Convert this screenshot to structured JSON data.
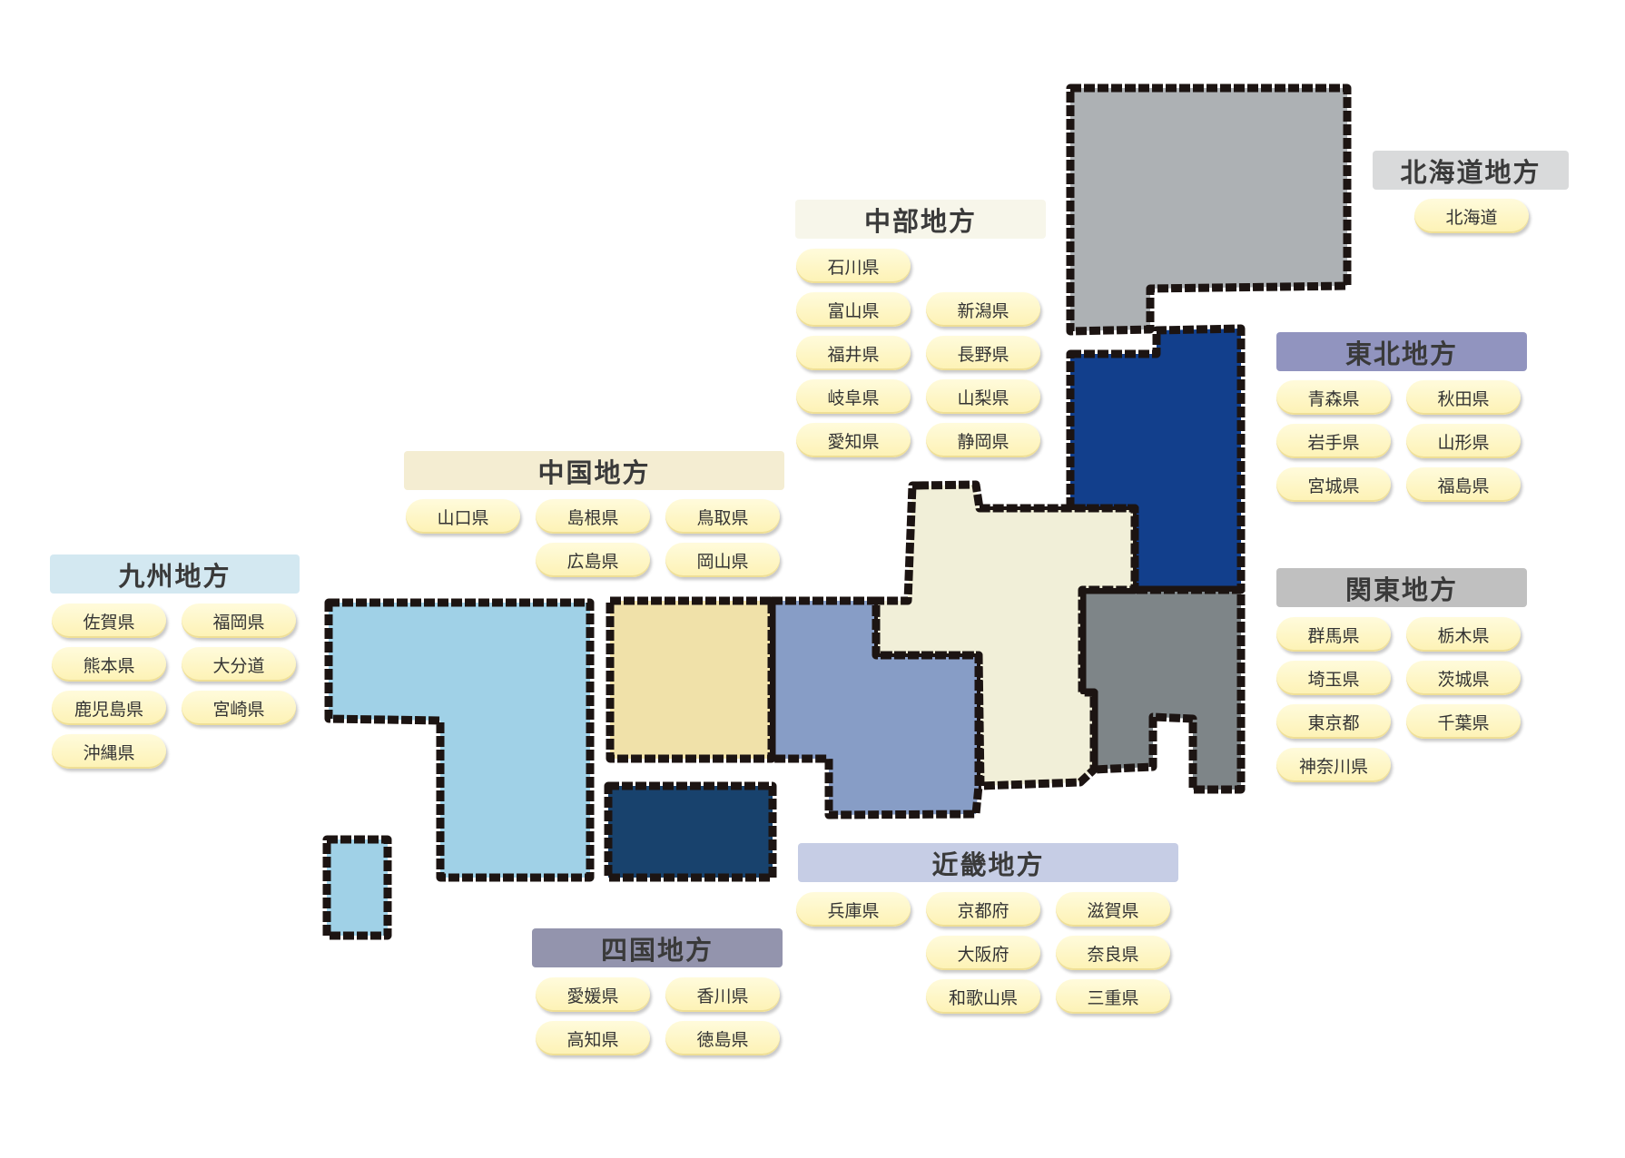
{
  "regions": {
    "hokkaido": {
      "name": "北海道地方",
      "color": "#adb1b4",
      "head_bg": "#d9dadb",
      "prefectures": [
        "北海道"
      ]
    },
    "tohoku": {
      "name": "東北地方",
      "color": "#123f8c",
      "head_bg": "#9194bf",
      "prefectures": [
        "青森県",
        "秋田県",
        "岩手県",
        "山形県",
        "宮城県",
        "福島県"
      ]
    },
    "kanto": {
      "name": "関東地方",
      "color": "#7e8588",
      "head_bg": "#c0c0c0",
      "prefectures": [
        "群馬県",
        "栃木県",
        "埼玉県",
        "茨城県",
        "東京都",
        "千葉県",
        "神奈川県"
      ]
    },
    "chubu": {
      "name": "中部地方",
      "color": "#f1efd8",
      "head_bg": "#f7f6ea",
      "prefectures": [
        "石川県",
        "富山県",
        "新潟県",
        "福井県",
        "長野県",
        "岐阜県",
        "山梨県",
        "愛知県",
        "静岡県"
      ]
    },
    "kinki": {
      "name": "近畿地方",
      "color": "#879dc6",
      "head_bg": "#c6cde5",
      "prefectures": [
        "兵庫県",
        "京都府",
        "滋賀県",
        "大阪府",
        "奈良県",
        "和歌山県",
        "三重県"
      ]
    },
    "chugoku": {
      "name": "中国地方",
      "color": "#f0e1a9",
      "head_bg": "#f4edd2",
      "prefectures": [
        "山口県",
        "島根県",
        "鳥取県",
        "広島県",
        "岡山県"
      ]
    },
    "shikoku": {
      "name": "四国地方",
      "color": "#18426d",
      "head_bg": "#9394ad",
      "prefectures": [
        "愛媛県",
        "香川県",
        "高知県",
        "徳島県"
      ]
    },
    "kyushu": {
      "name": "九州地方",
      "color": "#a0d1e7",
      "head_bg": "#d3e8f1",
      "prefectures": [
        "佐賀県",
        "福岡県",
        "熊本県",
        "大分道",
        "鹿児島県",
        "宮崎県",
        "沖縄県"
      ]
    }
  }
}
